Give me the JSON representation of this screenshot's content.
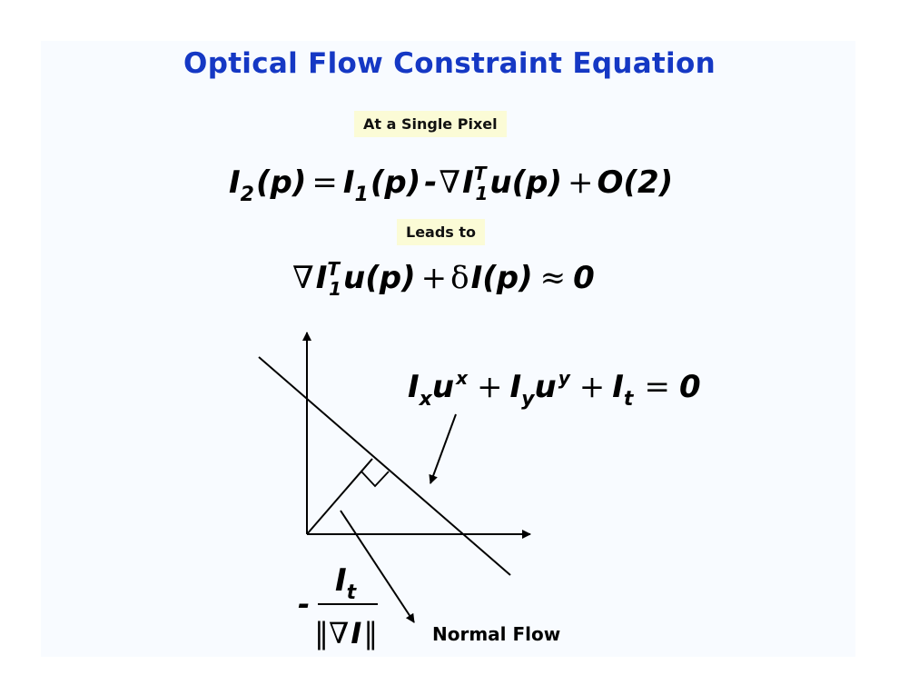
{
  "title": "Optical Flow Constraint Equation",
  "labels": {
    "single_pixel": "At a Single Pixel",
    "leads_to": "Leads to",
    "normal_flow": "Normal Flow"
  },
  "equation1": {
    "lhs_base": "I",
    "lhs_sub": "2",
    "p_group": "(p)",
    "equals": "=",
    "i_base": "I",
    "i_sub": "1",
    "minus": "-",
    "nabla": "∇",
    "grad_base": "I",
    "grad_sup": "T",
    "grad_sub": "1",
    "u_p": "u(p)",
    "plus": "+",
    "order": "O(2)"
  },
  "equation2": {
    "nabla": "∇",
    "grad_base": "I",
    "grad_sup": "T",
    "grad_sub": "1",
    "u_p": "u(p)",
    "plus": "+",
    "delta": "δ",
    "i_p": "I(p)",
    "approx": "≈",
    "zero": "0"
  },
  "constraint_line": {
    "i_base": "I",
    "x_sub": "x",
    "u_base": "u",
    "x_sup": "x",
    "plus": "+",
    "y_sub": "y",
    "y_sup": "y",
    "t_sub": "t",
    "equals": "=",
    "zero": "0"
  },
  "normal_flow_formula": {
    "minus": "-",
    "numerator_base": "I",
    "numerator_sub": "t",
    "norm_left": "‖",
    "nabla": "∇",
    "denominator_base": "I",
    "norm_right": "‖"
  },
  "colors": {
    "title": "#1538c4",
    "tag_background": "#fbfbd6",
    "slide_background": "#f8fbff"
  }
}
